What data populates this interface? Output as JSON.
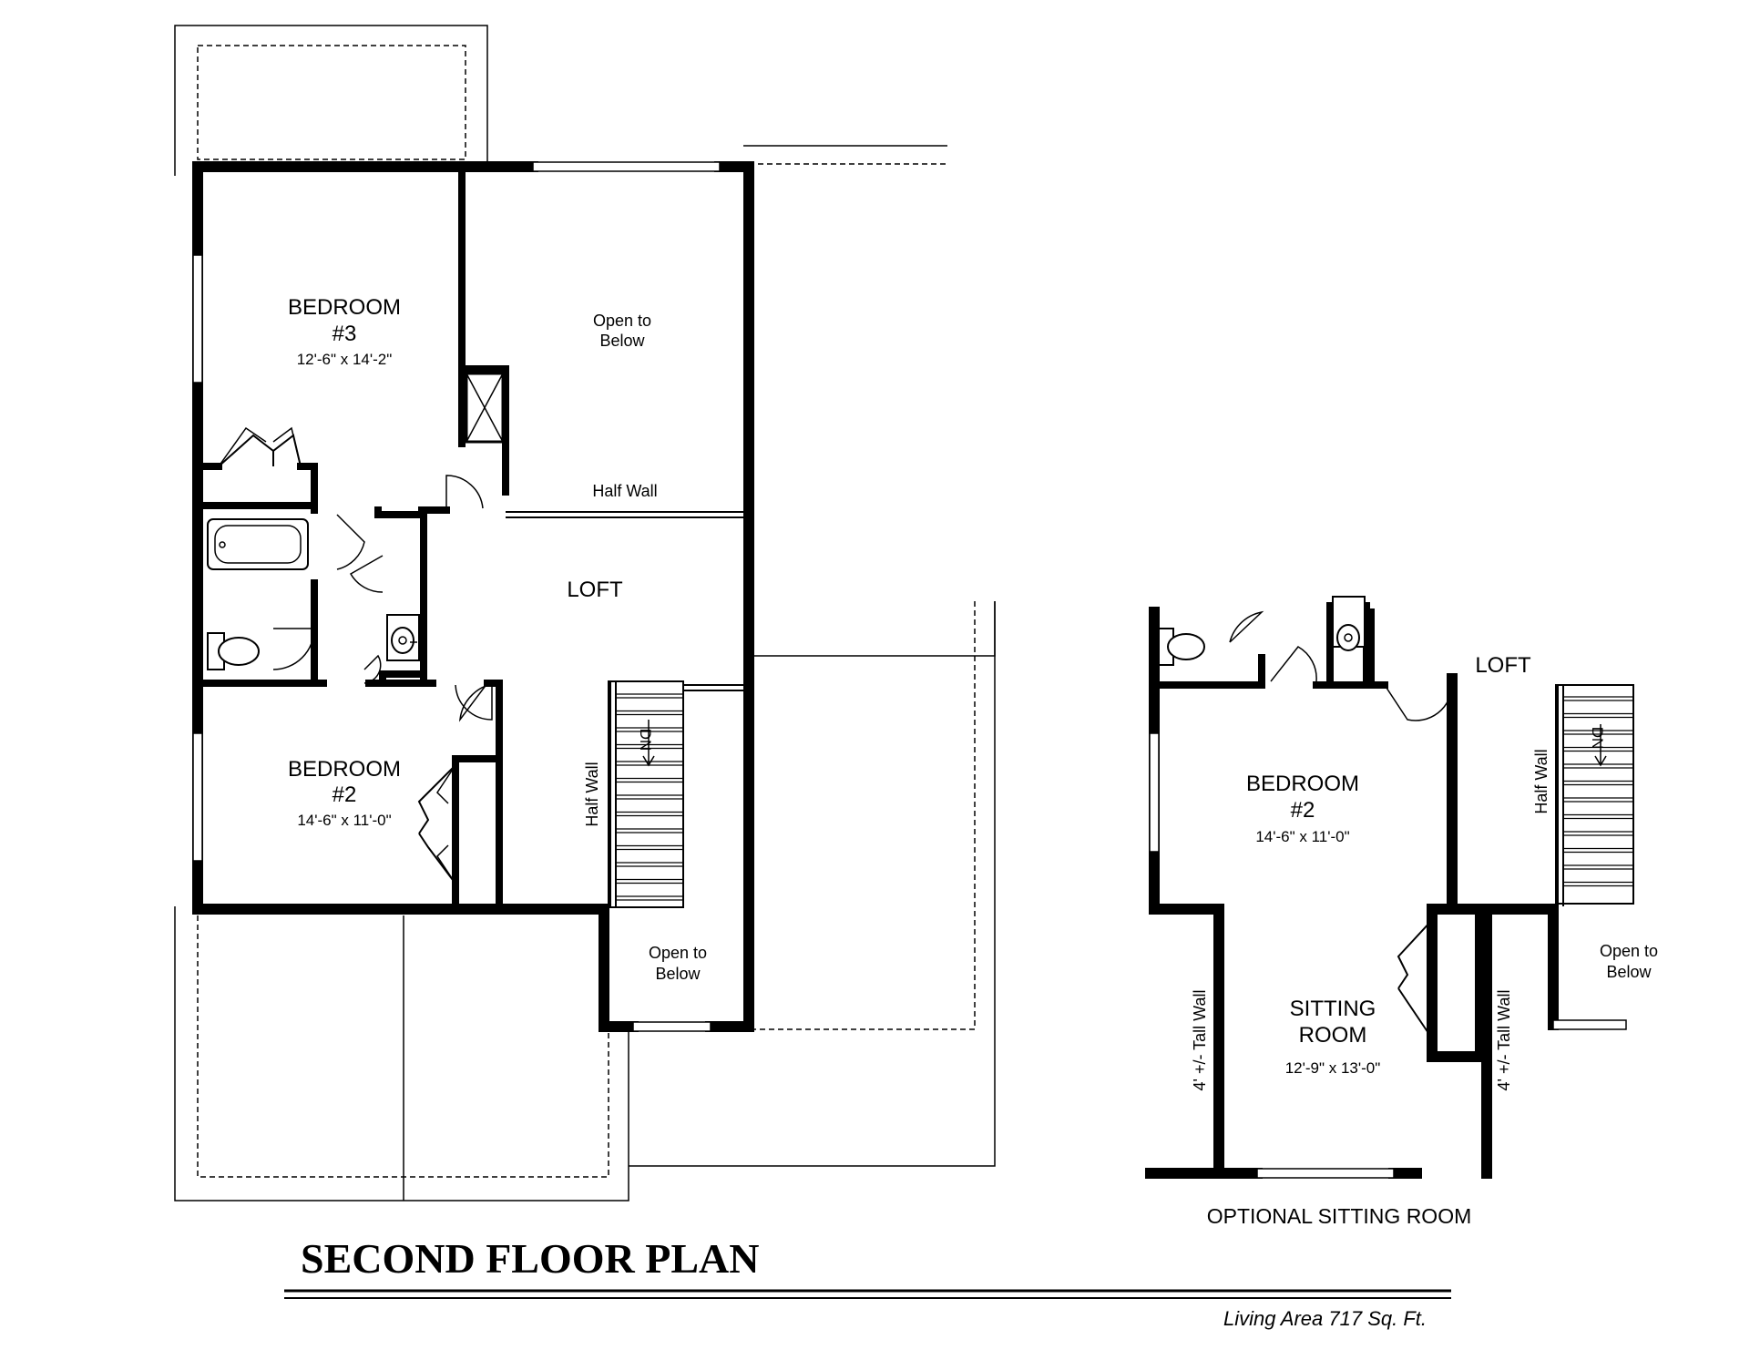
{
  "plan_title": "SECOND FLOOR PLAN",
  "living_area": "Living Area 717 Sq. Ft.",
  "main_plan": {
    "bedroom3": {
      "name": "BEDROOM",
      "number": "#3",
      "dims": "12'-6\" x 14'-2\""
    },
    "bedroom2": {
      "name": "BEDROOM",
      "number": "#2",
      "dims": "14'-6\" x 11'-0\""
    },
    "loft": "LOFT",
    "open_below_top": [
      "Open to",
      "Below"
    ],
    "open_below_stair": [
      "Open to",
      "Below"
    ],
    "half_wall_top": "Half Wall",
    "half_wall_stair": "Half Wall",
    "stair_dn": "DN"
  },
  "optional_plan": {
    "caption": "OPTIONAL SITTING ROOM",
    "loft": "LOFT",
    "bedroom2": {
      "name": "BEDROOM",
      "number": "#2",
      "dims": "14'-6\" x 11'-0\""
    },
    "sitting_room": {
      "name_line1": "SITTING",
      "name_line2": "ROOM",
      "dims": "12'-9\" x 13'-0\""
    },
    "half_wall": "Half Wall",
    "stair_dn": "DN",
    "open_below": [
      "Open to",
      "Below"
    ],
    "tall_wall_left": "4' +/- Tall Wall",
    "tall_wall_right": "4' +/- Tall Wall"
  }
}
